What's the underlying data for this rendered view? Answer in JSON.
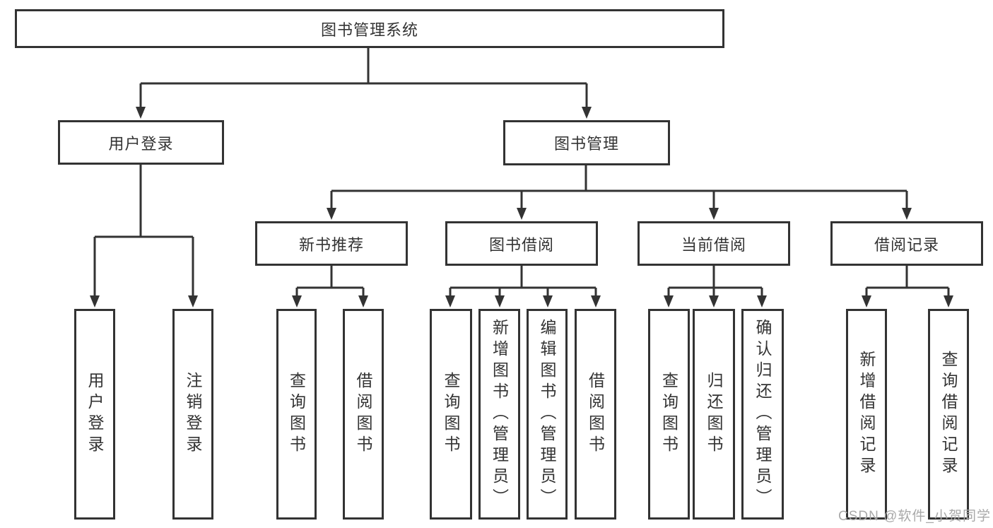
{
  "colors": {
    "line": "#333333",
    "box_border": "#333333",
    "box_background": "#ffffff",
    "text": "#333333",
    "watermark_text_color": "#a9a9a9"
  },
  "watermark": {
    "text": "CSDN @软件_小贺同学"
  },
  "tree": {
    "root": {
      "label": "图书管理系统",
      "children": [
        {
          "label": "用户登录",
          "children": [
            {
              "label": "用户登录"
            },
            {
              "label": "注销登录"
            }
          ]
        },
        {
          "label": "图书管理",
          "children": [
            {
              "label": "新书推荐",
              "children": [
                {
                  "label": "查询图书"
                },
                {
                  "label": "借阅图书"
                }
              ]
            },
            {
              "label": "图书借阅",
              "children": [
                {
                  "label": "查询图书"
                },
                {
                  "label": "新增图书（管理员）"
                },
                {
                  "label": "编辑图书（管理员）"
                },
                {
                  "label": "借阅图书"
                }
              ]
            },
            {
              "label": "当前借阅",
              "children": [
                {
                  "label": "查询图书"
                },
                {
                  "label": "归还图书"
                },
                {
                  "label": "确认归还（管理员）"
                }
              ]
            },
            {
              "label": "借阅记录",
              "children": [
                {
                  "label": "新增借阅记录"
                },
                {
                  "label": "查询借阅记录"
                }
              ]
            }
          ]
        }
      ]
    }
  }
}
